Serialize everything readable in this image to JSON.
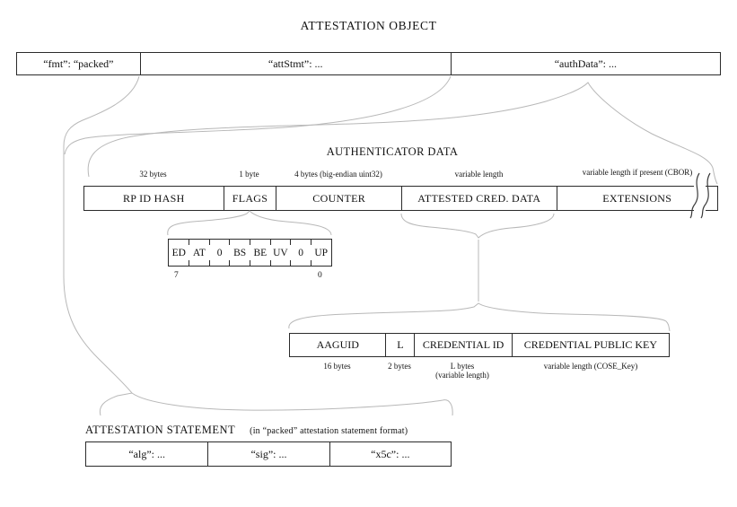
{
  "title": "ATTESTATION OBJECT",
  "attestation_object": {
    "fmt": "“fmt”: “packed”",
    "att_stmt": "“attStmt”: ...",
    "auth_data": "“authData”: ..."
  },
  "authenticator_data": {
    "heading": "AUTHENTICATOR DATA",
    "fields": [
      {
        "name": "RP ID HASH",
        "size": "32 bytes"
      },
      {
        "name": "FLAGS",
        "size": "1 byte"
      },
      {
        "name": "COUNTER",
        "size": "4 bytes (big-endian uint32)"
      },
      {
        "name": "ATTESTED CRED. DATA",
        "size": "variable length"
      },
      {
        "name": "EXTENSIONS",
        "size": "variable length if present (CBOR)"
      }
    ]
  },
  "flags": {
    "bits": [
      "ED",
      "AT",
      "0",
      "BS",
      "BE",
      "UV",
      "0",
      "UP"
    ],
    "msb_index": "7",
    "lsb_index": "0"
  },
  "attested_credential_data": {
    "fields": [
      {
        "name": "AAGUID",
        "size": "16 bytes"
      },
      {
        "name": "L",
        "size": "2 bytes"
      },
      {
        "name": "CREDENTIAL ID",
        "size": "L bytes",
        "size2": "(variable length)"
      },
      {
        "name": "CREDENTIAL PUBLIC KEY",
        "size": "variable length (COSE_Key)"
      }
    ]
  },
  "attestation_statement": {
    "heading": "ATTESTATION STATEMENT",
    "subtitle": "(in “packed” attestation statement format)",
    "cells": [
      "“alg”: ...",
      "“sig”: ...",
      "“x5c”: ..."
    ]
  },
  "colors": {
    "background": "#ffffff",
    "box_border": "#2b2b2b",
    "brace_line": "#b8b8b8",
    "text": "#111111"
  }
}
